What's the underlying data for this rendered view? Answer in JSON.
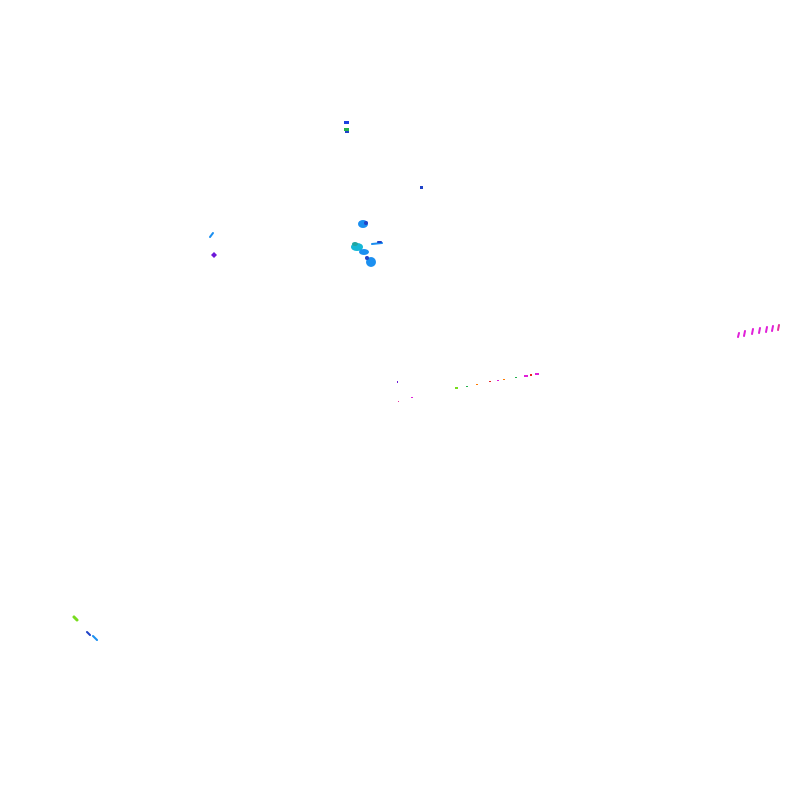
{
  "background_color": "#ffffff",
  "palette": {
    "blue": "#1a3fe0",
    "deep_blue": "#1f43c8",
    "green": "#23b14d",
    "sky": "#1b8ff0",
    "cyan": "#16b8d6",
    "teal": "#1fa6a1",
    "purple": "#6d18d8",
    "magenta": "#e020d8",
    "pink": "#e82fa0",
    "lime": "#78dc1e",
    "orange": "#ff7a00",
    "red": "#e82424"
  },
  "mark_groups": [
    {
      "name": "cluster-top-small",
      "colors": [
        "blue",
        "green",
        "deep_blue"
      ]
    },
    {
      "name": "isolated-point-top-right",
      "colors": [
        "deep_blue"
      ]
    },
    {
      "name": "cluster-left-middle",
      "colors": [
        "sky",
        "purple"
      ]
    },
    {
      "name": "cluster-center-blue",
      "colors": [
        "sky",
        "cyan",
        "teal",
        "deep_blue"
      ]
    },
    {
      "name": "magenta-series-right",
      "colors": [
        "magenta",
        "pink"
      ]
    },
    {
      "name": "dotted-trail-center",
      "colors": [
        "purple",
        "magenta",
        "lime",
        "orange",
        "red",
        "pink"
      ]
    },
    {
      "name": "cluster-bottom-left",
      "colors": [
        "lime",
        "deep_blue",
        "sky"
      ]
    }
  ]
}
